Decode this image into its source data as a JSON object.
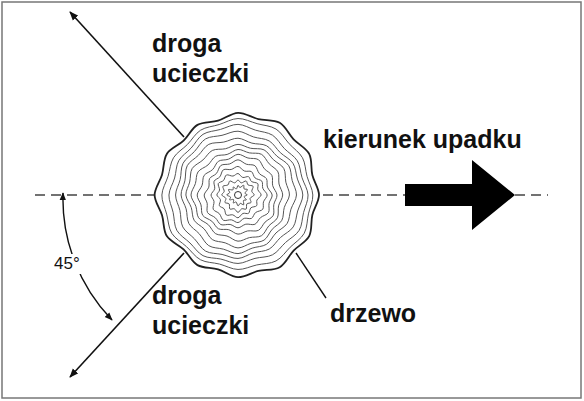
{
  "diagram": {
    "labels": [
      "droga ucieczki",
      "kierunek upadku",
      "droga ucieczki",
      "drzewo",
      "45°"
    ]
  }
}
